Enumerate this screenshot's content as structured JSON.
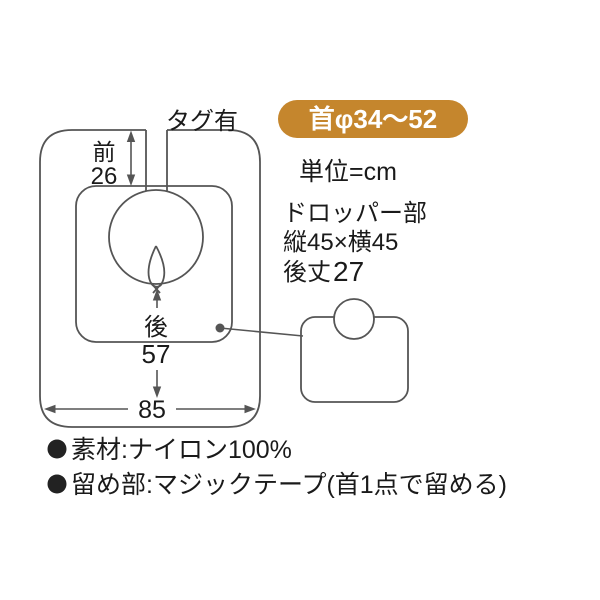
{
  "badge": {
    "label": "首φ34〜52",
    "bg_color": "#c5862d",
    "text_color": "#ffffff"
  },
  "tag_note": "タグ有",
  "unit_note": "単位=cm",
  "dropper_info": {
    "title": "ドロッパー部",
    "size": "縦45×横45",
    "back_length_label": "後丈",
    "back_length_value": "27"
  },
  "dimensions": {
    "front_label": "前",
    "front_value": "26",
    "back_label": "後",
    "back_value": "57",
    "width_value": "85"
  },
  "specs": [
    "素材:ナイロン100%",
    "留め部:マジックテープ(首1点で留める)"
  ],
  "colors": {
    "line": "#555555",
    "text": "#1a1a1a",
    "bullet": "#222222"
  }
}
